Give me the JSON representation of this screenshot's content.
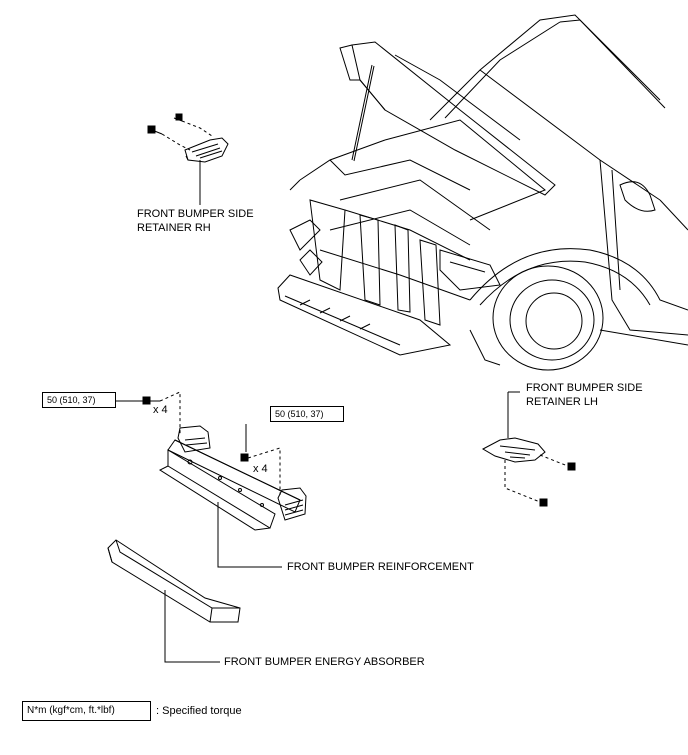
{
  "labels": {
    "side_retainer_rh_line1": "FRONT BUMPER SIDE",
    "side_retainer_rh_line2": "RETAINER RH",
    "side_retainer_lh_line1": "FRONT BUMPER SIDE",
    "side_retainer_lh_line2": "RETAINER LH",
    "reinforcement": "FRONT BUMPER REINFORCEMENT",
    "energy_absorber": "FRONT BUMPER ENERGY ABSORBER"
  },
  "torque": {
    "left_bolts_value": "50 (510, 37)",
    "left_bolts_qty": "x 4",
    "right_bolts_value": "50 (510, 37)",
    "right_bolts_qty": "x 4"
  },
  "legend": {
    "unit": "N*m (kgf*cm, ft.*lbf)",
    "description": ": Specified torque"
  }
}
